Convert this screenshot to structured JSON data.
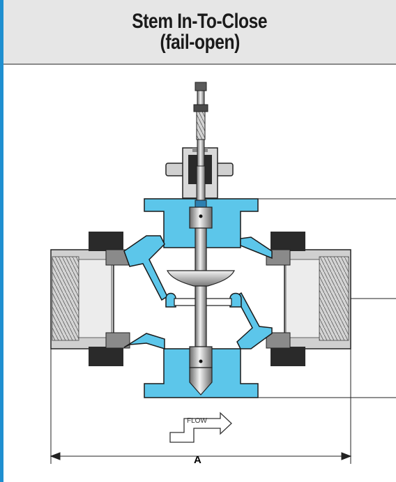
{
  "header": {
    "title_line1": "Stem In-To-Close",
    "title_line2": "(fail-open)"
  },
  "diagram": {
    "flow_label": "FLOW",
    "dimension_label": "A"
  },
  "colors": {
    "accent_bar": "#1f8fd0",
    "header_bg": "#e6e6e6",
    "valve_body": "#5cc6ea",
    "metal": "#c8c8c8",
    "packing": "#2a2a2a"
  }
}
